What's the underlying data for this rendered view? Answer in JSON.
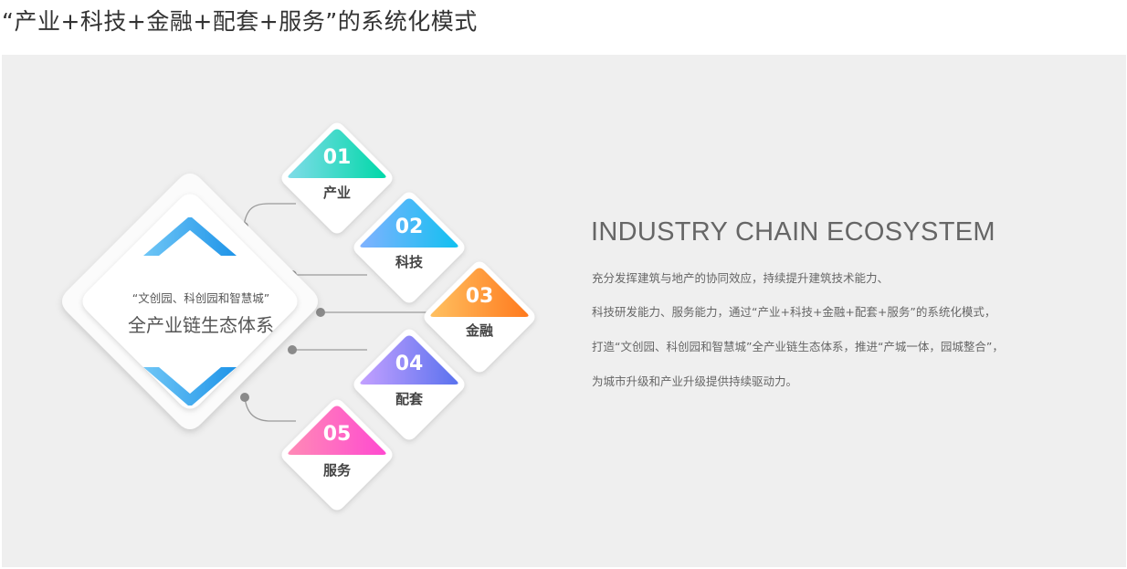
{
  "page": {
    "title": "“产业+科技+金融+配套+服务”的系统化模式"
  },
  "center": {
    "subtitle": "“文创园、科创园和智慧城”",
    "title": "全产业链生态体系"
  },
  "cards": [
    {
      "number": "01",
      "label": "产业",
      "gradient": [
        "#7fdce8",
        "#00d8a8"
      ]
    },
    {
      "number": "02",
      "label": "科技",
      "gradient": [
        "#7fb2ff",
        "#12c0f0"
      ]
    },
    {
      "number": "03",
      "label": "金融",
      "gradient": [
        "#ffc060",
        "#ff7a1e"
      ]
    },
    {
      "number": "04",
      "label": "配套",
      "gradient": [
        "#c3a0ff",
        "#5a72ee"
      ]
    },
    {
      "number": "05",
      "label": "服务",
      "gradient": [
        "#ff8ab6",
        "#ff4ad0"
      ]
    }
  ],
  "intro": {
    "heading": "INDUSTRY CHAIN ECOSYSTEM",
    "lines": [
      "充分发挥建筑与地产的协同效应，持续提升建筑技术能力、",
      "科技研发能力、服务能力，通过“产业+科技+金融+配套+服务”的系统化模式，",
      "打造“文创园、科创园和智慧城”全产业链生态体系，推进“产城一体，园城整合”，",
      "为城市升级和产业升级提供持续驱动力。"
    ]
  },
  "colors": {
    "panel_background": "#efefef",
    "chevron_blue": "#3aa8ee",
    "connector_gray": "#9a9a9a"
  }
}
